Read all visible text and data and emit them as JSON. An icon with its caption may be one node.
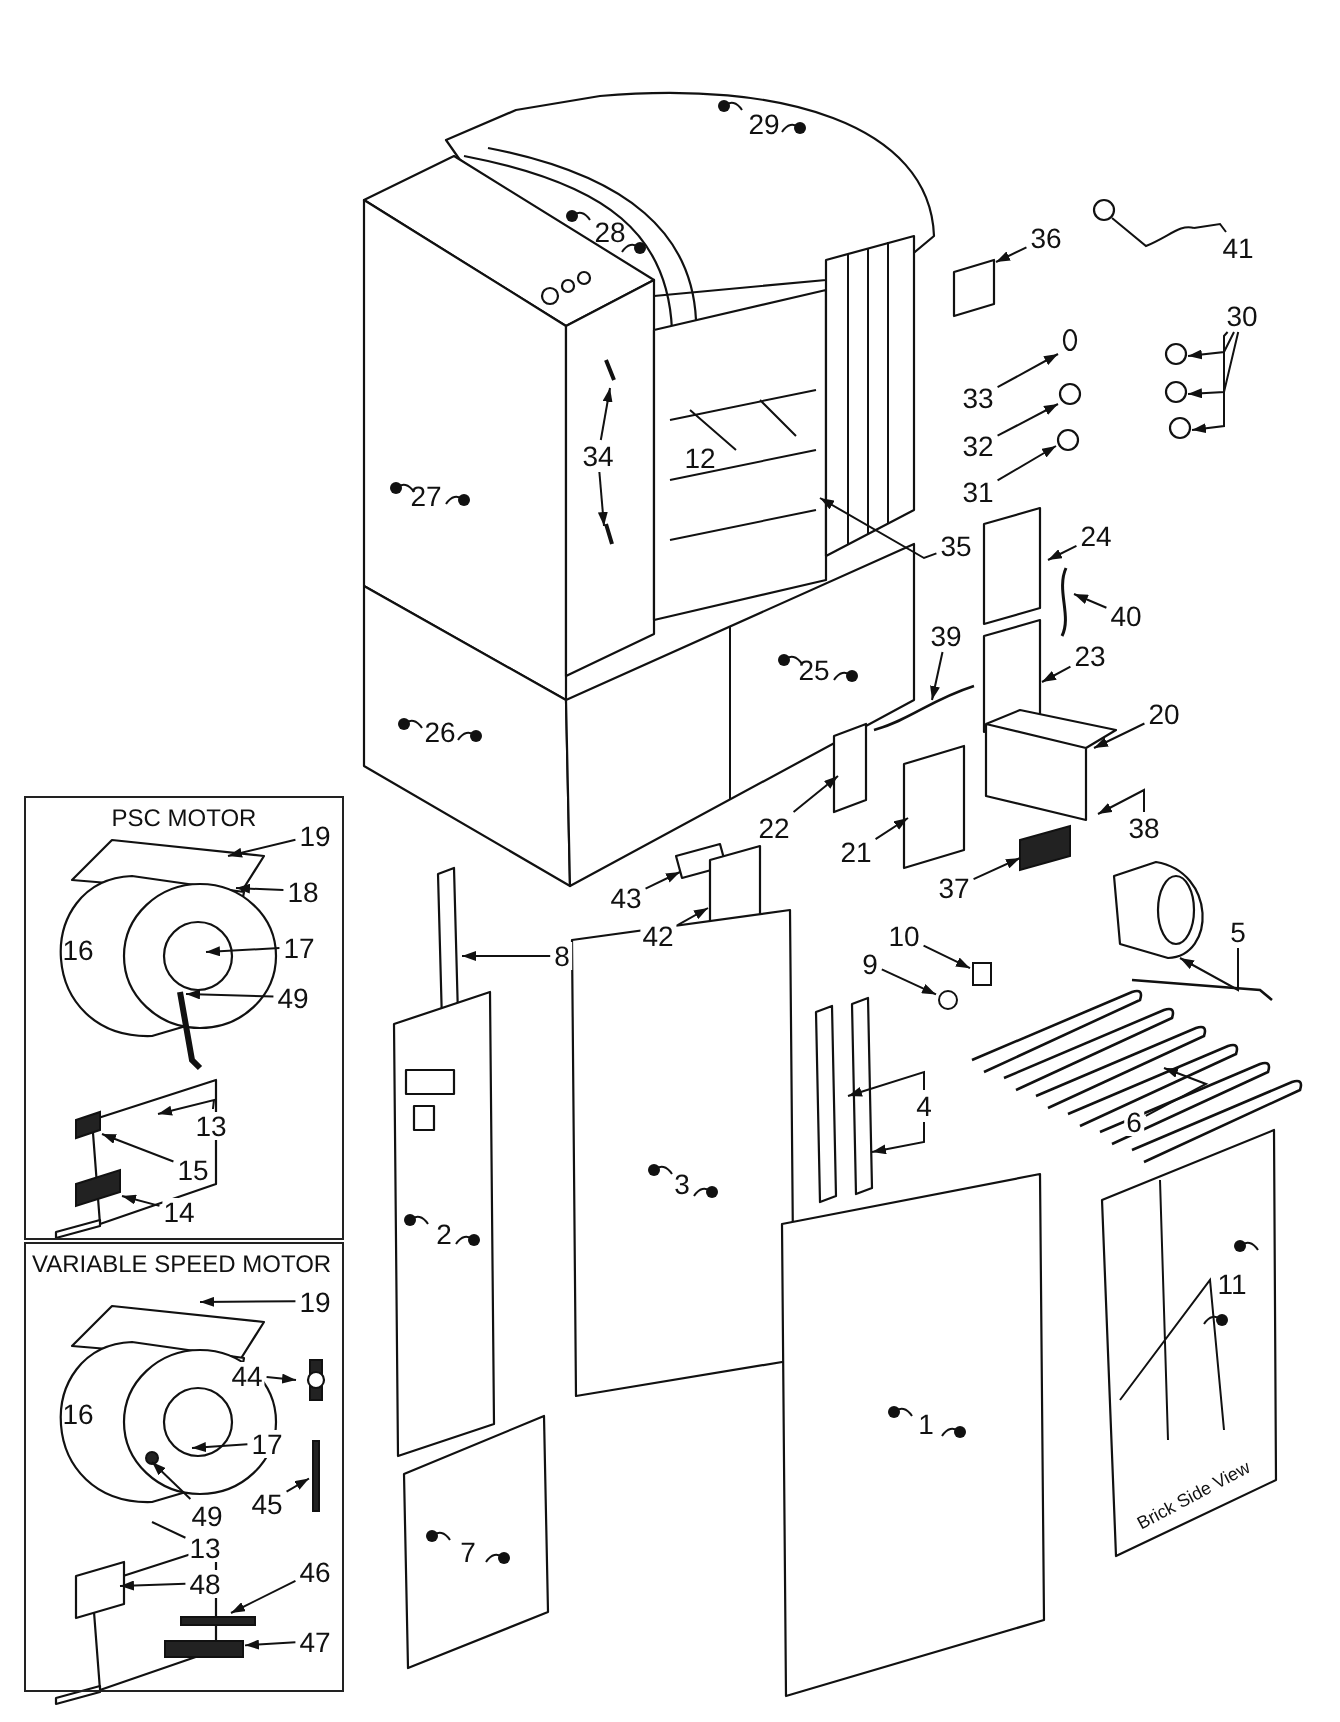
{
  "diagram": {
    "nodes": [
      {
        "text": [
          "36"
        ]
      },
      {
        "text": [
          "41"
        ]
      },
      {
        "text": [
          "30"
        ]
      },
      {
        "text": [
          "33"
        ]
      },
      {
        "text": [
          "34"
        ]
      },
      {
        "text": [
          "32"
        ]
      },
      {
        "text": [
          "31"
        ]
      },
      {
        "text": [
          "24"
        ]
      },
      {
        "text": [
          "35"
        ]
      },
      {
        "text": [
          "40"
        ]
      },
      {
        "text": [
          "39"
        ]
      },
      {
        "text": [
          "23"
        ]
      },
      {
        "text": [
          "20"
        ]
      },
      {
        "text": [
          "22"
        ]
      },
      {
        "text": [
          "21"
        ]
      },
      {
        "text": [
          "38"
        ]
      },
      {
        "text": [
          "PSC MOTOR"
        ]
      },
      {
        "text": [
          "19"
        ],
        "in": 16
      },
      {
        "text": [
          "18"
        ],
        "in": 16
      },
      {
        "text": [
          "17"
        ],
        "in": 16
      },
      {
        "text": [
          "49"
        ],
        "in": 16
      },
      {
        "text": [
          "13"
        ],
        "in": 16
      },
      {
        "text": [
          "15"
        ],
        "in": 16
      },
      {
        "text": [
          "14"
        ],
        "in": 16
      },
      {
        "text": [
          "43"
        ]
      },
      {
        "text": [
          "37"
        ]
      },
      {
        "text": [
          "10"
        ]
      },
      {
        "text": [
          "42"
        ]
      },
      {
        "text": [
          "5"
        ]
      },
      {
        "text": [
          "8"
        ]
      },
      {
        "text": [
          "9"
        ]
      },
      {
        "text": [
          "4"
        ]
      },
      {
        "text": [
          "6"
        ]
      },
      {
        "text": [
          "VARIABLE SPEED MOTOR"
        ]
      },
      {
        "text": [
          "19"
        ],
        "in": 33
      },
      {
        "text": [
          "44"
        ],
        "in": 33
      },
      {
        "text": [
          "17"
        ],
        "in": 33
      },
      {
        "text": [
          "45"
        ],
        "in": 33
      },
      {
        "text": [
          "49"
        ],
        "in": 33
      },
      {
        "text": [
          "13"
        ],
        "in": 33
      },
      {
        "text": [
          "48"
        ],
        "in": 33
      },
      {
        "text": [
          "46"
        ],
        "in": 33
      },
      {
        "text": [
          "47"
        ],
        "in": 33
      },
      {
        "text": [],
        "shape": "bar",
        "in": 33
      },
      {
        "text": [],
        "shape": "bar",
        "in": 33
      },
      {
        "text": [],
        "shape": "bar",
        "in": 33
      },
      {
        "text": [],
        "shape": "circle"
      },
      {
        "text": [],
        "shape": "box"
      }
    ],
    "edges": [
      {
        "from": 0,
        "to": null,
        "arrow": "to"
      },
      {
        "from": 1,
        "to": null,
        "arrow": "none"
      },
      {
        "from": 2,
        "to": null,
        "arrow": "to"
      },
      {
        "from": 2,
        "to": null,
        "arrow": "to"
      },
      {
        "from": 2,
        "to": null,
        "arrow": "to"
      },
      {
        "from": 3,
        "to": null,
        "arrow": "to"
      },
      {
        "from": 4,
        "to": null,
        "arrow": "to"
      },
      {
        "from": 4,
        "to": null,
        "arrow": "to"
      },
      {
        "from": 5,
        "to": null,
        "arrow": "to"
      },
      {
        "from": 6,
        "to": null,
        "arrow": "to"
      },
      {
        "from": 7,
        "to": null,
        "arrow": "to"
      },
      {
        "from": 8,
        "to": null,
        "arrow": "to"
      },
      {
        "from": 9,
        "to": null,
        "arrow": "to"
      },
      {
        "from": 10,
        "to": null,
        "arrow": "to"
      },
      {
        "from": 11,
        "to": null,
        "arrow": "to"
      },
      {
        "from": 12,
        "to": null,
        "arrow": "to"
      },
      {
        "from": 13,
        "to": null,
        "arrow": "to"
      },
      {
        "from": 14,
        "to": null,
        "arrow": "to"
      },
      {
        "from": 15,
        "to": null,
        "arrow": "to"
      },
      {
        "from": 17,
        "to": null,
        "arrow": "to"
      },
      {
        "from": 18,
        "to": null,
        "arrow": "to"
      },
      {
        "from": 19,
        "to": null,
        "arrow": "to"
      },
      {
        "from": 20,
        "to": null,
        "arrow": "to"
      },
      {
        "from": 21,
        "to": null,
        "arrow": "to"
      },
      {
        "from": 22,
        "to": null,
        "arrow": "to"
      },
      {
        "from": 23,
        "to": null,
        "arrow": "to"
      },
      {
        "from": 24,
        "to": null,
        "arrow": "to"
      },
      {
        "from": 25,
        "to": null,
        "arrow": "to"
      },
      {
        "from": 26,
        "to": 47,
        "arrow": "to"
      },
      {
        "from": 27,
        "to": null,
        "arrow": "to"
      },
      {
        "from": 28,
        "to": null,
        "arrow": "to"
      },
      {
        "from": 29,
        "to": null,
        "arrow": "to"
      },
      {
        "from": 30,
        "to": 46,
        "arrow": "to"
      },
      {
        "from": 31,
        "to": null,
        "arrow": "to"
      },
      {
        "from": 31,
        "to": null,
        "arrow": "to"
      },
      {
        "from": 32,
        "to": null,
        "arrow": "to"
      },
      {
        "from": 34,
        "to": null,
        "arrow": "to"
      },
      {
        "from": 35,
        "to": null,
        "arrow": "to"
      },
      {
        "from": 36,
        "to": null,
        "arrow": "to"
      },
      {
        "from": 37,
        "to": 43,
        "arrow": "to"
      },
      {
        "from": 38,
        "to": null,
        "arrow": "to"
      },
      {
        "from": 39,
        "to": null,
        "arrow": "none"
      },
      {
        "from": 40,
        "to": null,
        "arrow": "to"
      },
      {
        "from": 41,
        "to": 44,
        "arrow": "to"
      },
      {
        "from": 42,
        "to": 45,
        "arrow": "to"
      }
    ],
    "labels": [
      "29",
      "28",
      "27",
      "12",
      "25",
      "26",
      "16",
      "2",
      "3",
      "16",
      "11",
      "1",
      "7",
      "Brick Side View"
    ]
  }
}
